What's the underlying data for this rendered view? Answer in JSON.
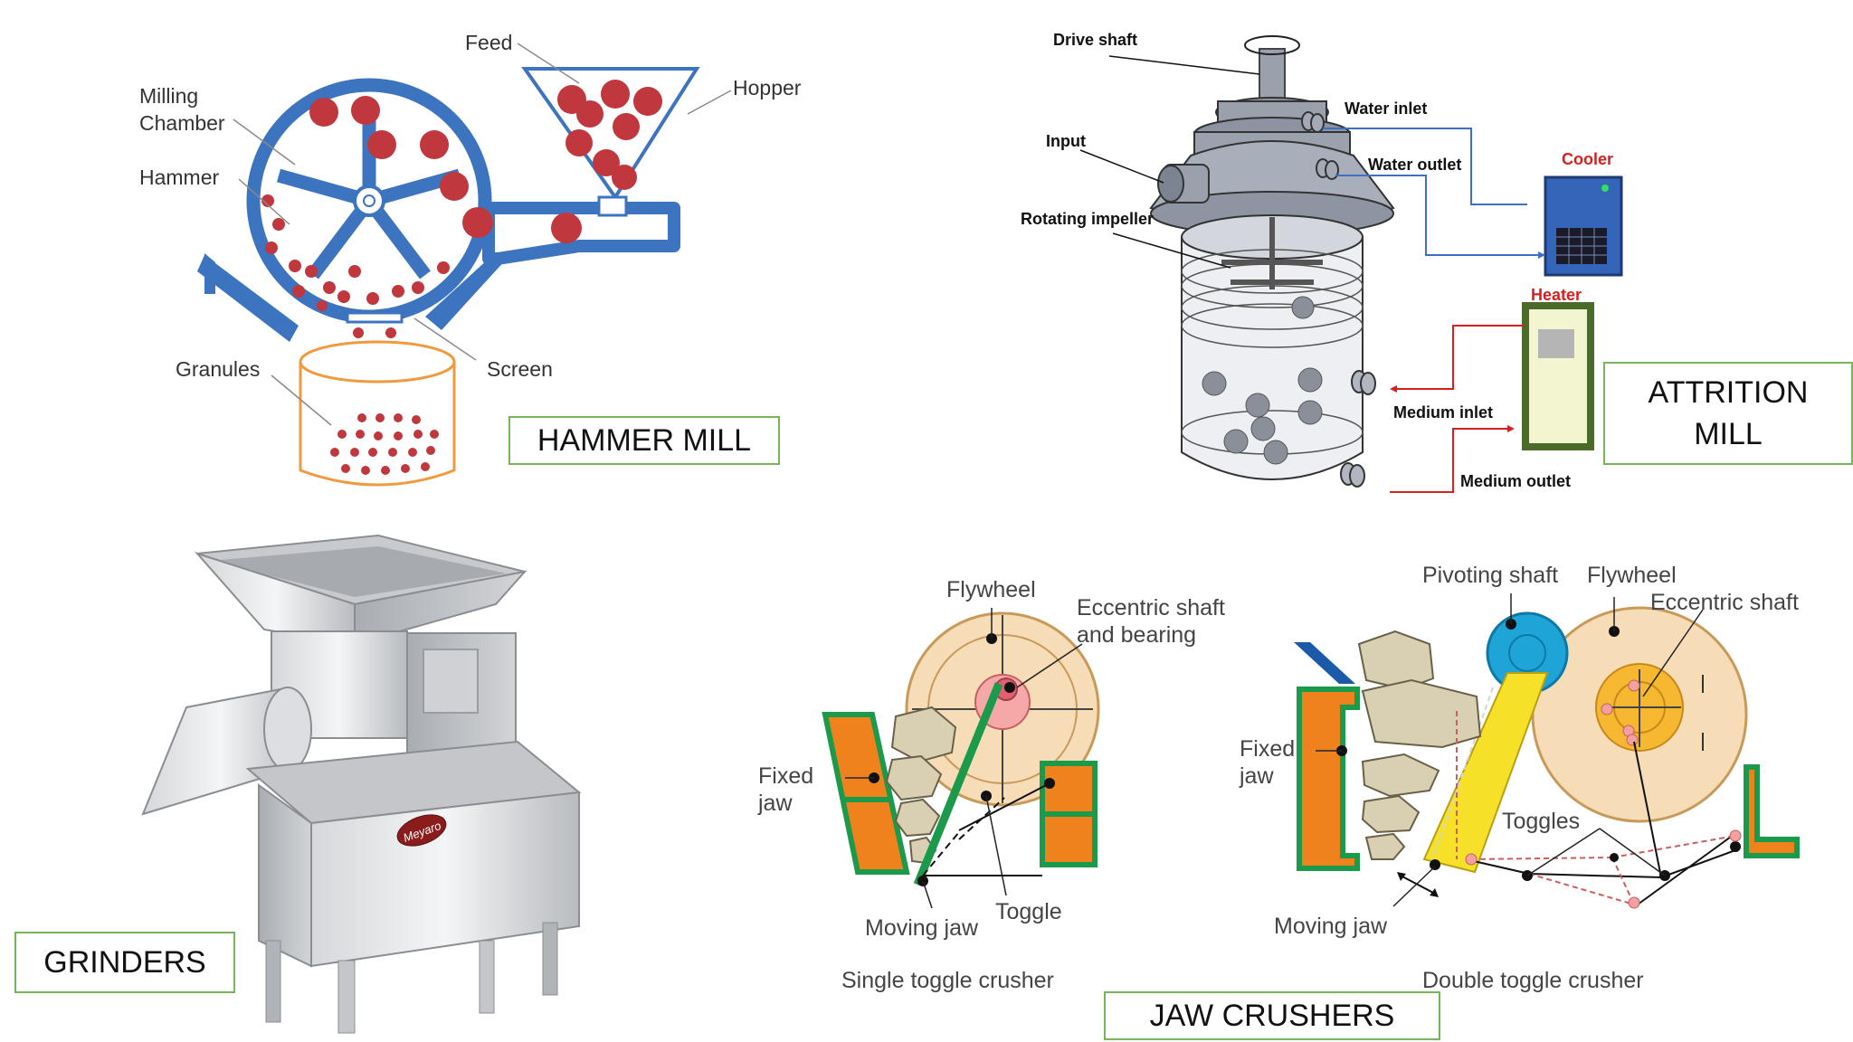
{
  "hammer_mill": {
    "feed": "Feed",
    "hopper": "Hopper",
    "milling_chamber_1": "Milling",
    "milling_chamber_2": "Chamber",
    "hammer": "Hammer",
    "granules": "Granules",
    "screen": "Screen",
    "title": "HAMMER MILL"
  },
  "attrition_mill": {
    "drive_shaft": "Drive shaft",
    "water_inlet": "Water inlet",
    "water_outlet": "Water outlet",
    "input": "Input",
    "rotating_impeller": "Rotating impeller",
    "cooler": "Cooler",
    "heater": "Heater",
    "medium_inlet": "Medium inlet",
    "medium_outlet": "Medium outlet",
    "title_1": "ATTRITION",
    "title_2": "MILL"
  },
  "grinders": {
    "brand": "Meyaro",
    "title": "GRINDERS"
  },
  "jaw_crushers": {
    "single": {
      "flywheel": "Flywheel",
      "eccentric_1": "Eccentric shaft",
      "eccentric_2": "and bearing",
      "fixed_1": "Fixed",
      "fixed_2": "jaw",
      "moving_jaw": "Moving jaw",
      "toggle": "Toggle",
      "caption": "Single toggle crusher"
    },
    "double": {
      "pivoting_shaft": "Pivoting shaft",
      "flywheel": "Flywheel",
      "eccentric": "Eccentric shaft",
      "fixed_1": "Fixed",
      "fixed_2": "jaw",
      "toggles": "Toggles",
      "moving_jaw": "Moving jaw",
      "caption": "Double toggle crusher"
    },
    "title": "JAW CRUSHERS"
  },
  "colors": {
    "mill_blue": "#3d74c0",
    "particle_red": "#c0383e",
    "box_border": "#78b45a",
    "jaw_orange": "#f0821e",
    "jaw_green": "#1a9a4a",
    "flywheel": "#f6ddb8"
  }
}
